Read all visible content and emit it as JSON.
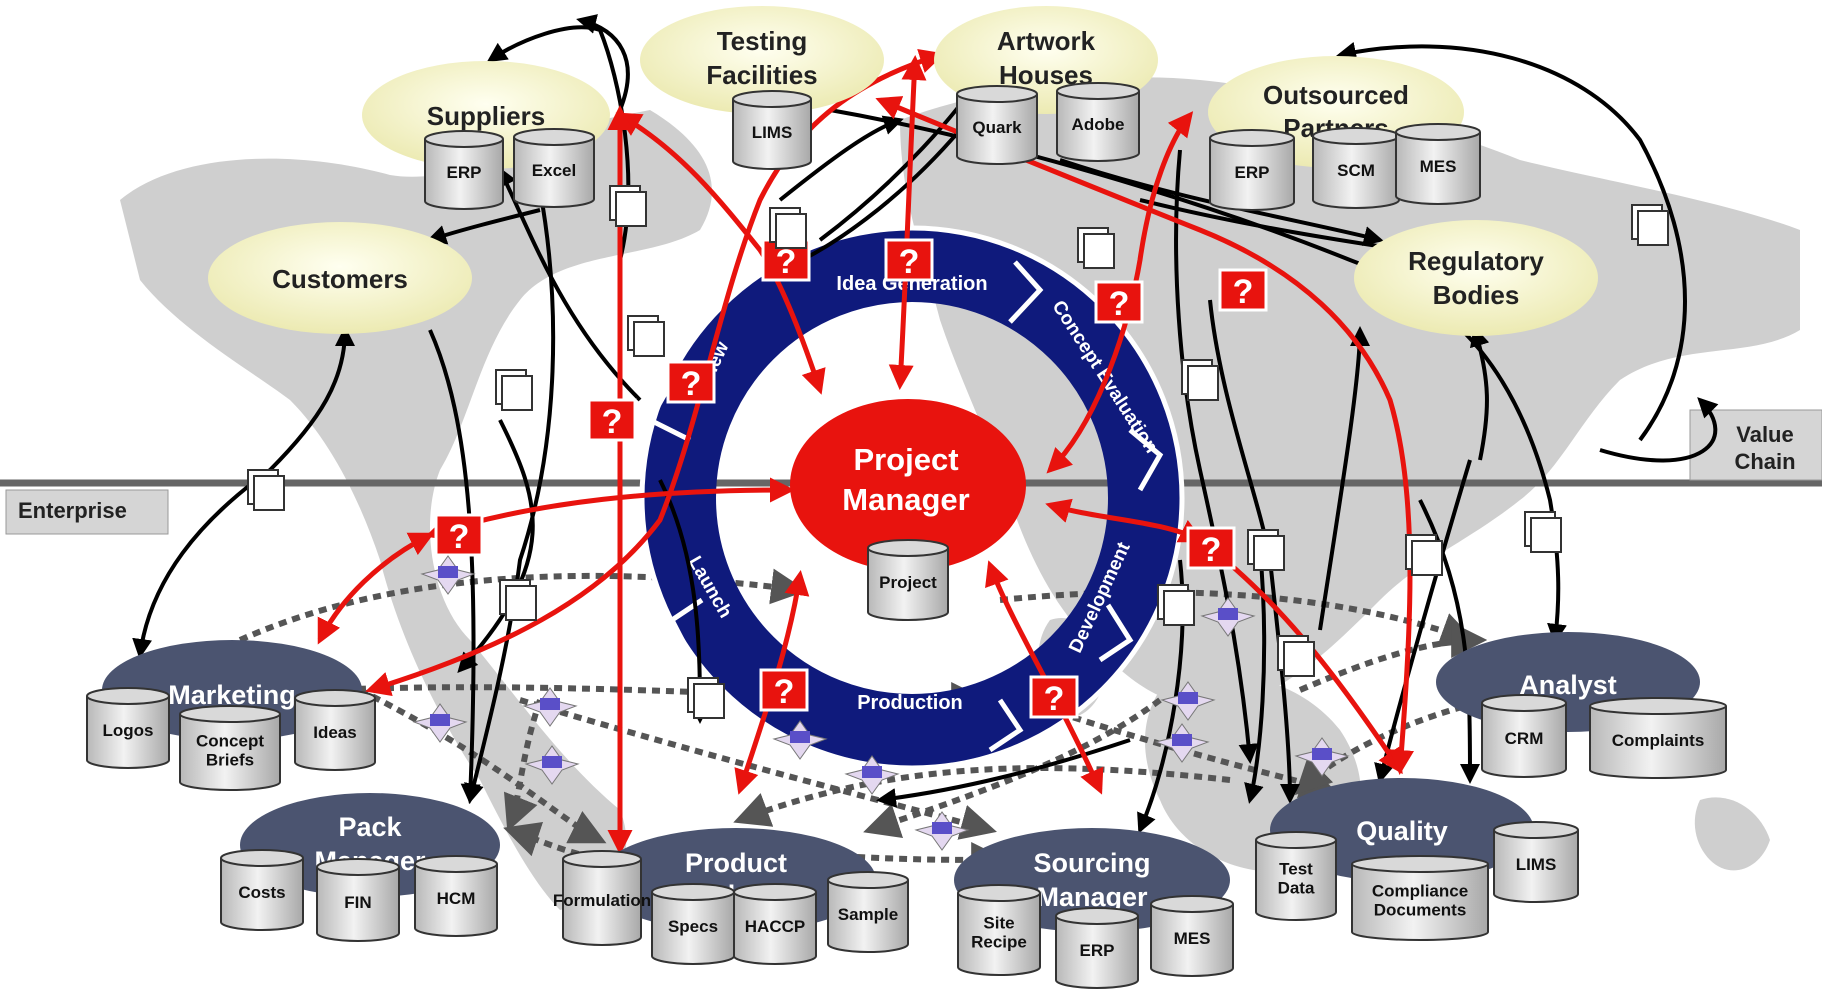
{
  "center": {
    "line1": "Project",
    "line2": "Manager",
    "db": "Project"
  },
  "cycle": {
    "idea": "Idea Generation",
    "concept": "Concept Evaluation",
    "development": "Development",
    "production": "Production",
    "launch": "Launch",
    "review": "Review"
  },
  "band": {
    "enterprise": "Enterprise",
    "value_chain_1": "Value",
    "value_chain_2": "Chain"
  },
  "external": {
    "testing": {
      "line1": "Testing",
      "line2": "Facilities",
      "dbs": [
        "LIMS"
      ]
    },
    "artwork": {
      "line1": "Artwork",
      "line2": "Houses",
      "dbs": [
        "Quark",
        "Adobe"
      ]
    },
    "suppliers": {
      "line1": "Suppliers",
      "dbs": [
        "ERP",
        "Excel"
      ]
    },
    "outsourced": {
      "line1": "Outsourced",
      "line2": "Partners",
      "dbs": [
        "ERP",
        "SCM",
        "MES"
      ]
    },
    "customers": {
      "line1": "Customers"
    },
    "regulatory": {
      "line1": "Regulatory",
      "line2": "Bodies"
    }
  },
  "internal": {
    "marketing": {
      "line1": "Marketing",
      "dbs": [
        "Logos",
        "Concept Briefs",
        "Ideas"
      ]
    },
    "pack": {
      "line1": "Pack",
      "line2": "Manager",
      "dbs": [
        "Costs",
        "FIN",
        "HCM"
      ]
    },
    "product": {
      "line1": "Product",
      "line2": "Developers",
      "dbs": [
        "Formulation",
        "Specs",
        "HACCP",
        "Sample"
      ]
    },
    "sourcing": {
      "line1": "Sourcing",
      "line2": "Manager",
      "dbs": [
        "Site Recipe",
        "ERP",
        "MES"
      ]
    },
    "quality": {
      "line1": "Quality",
      "dbs": [
        "Test Data",
        "Compliance Documents",
        "LIMS"
      ]
    },
    "analyst": {
      "line1": "Analyst",
      "dbs": [
        "CRM",
        "Complaints"
      ]
    }
  },
  "question_mark": "?",
  "colors": {
    "red": "#e8130e",
    "navy": "#0f1a7c",
    "slate": "#4b5470",
    "cream": "#f7f6c9",
    "map": "#cccccc",
    "band": "#d3d3d3"
  }
}
